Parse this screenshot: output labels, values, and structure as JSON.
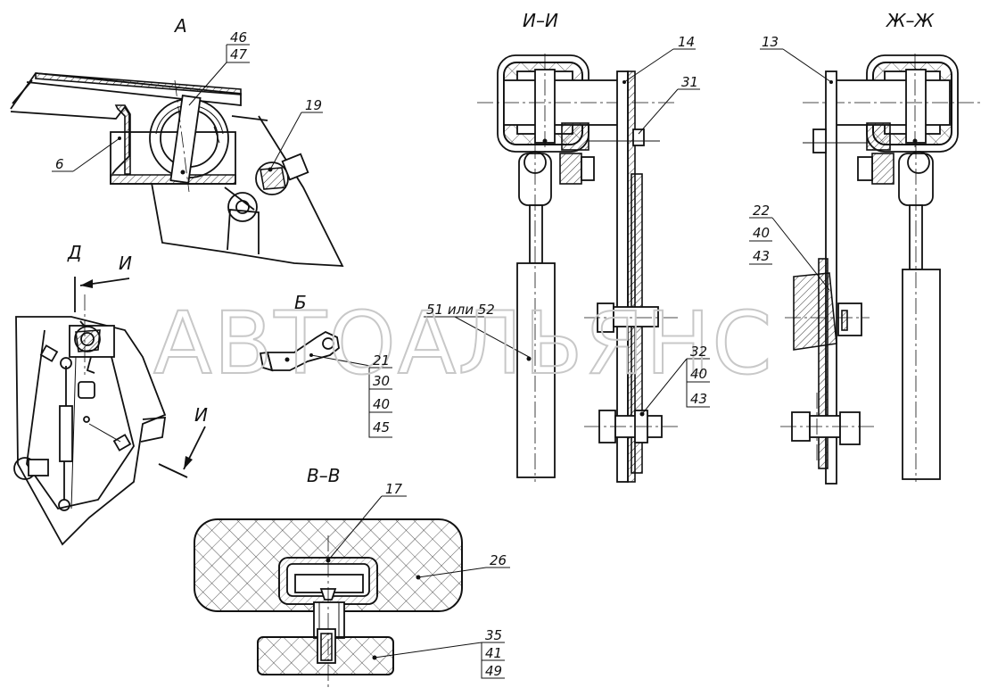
{
  "watermark": "АВТОАЛЬЯНС",
  "views": {
    "view_a": "А",
    "view_b": "Б",
    "view_d": "Д",
    "section_vv": "В–В",
    "section_ii": "И–И",
    "section_zhzh": "Ж–Ж",
    "arrow_i_top": "И",
    "arrow_i_bottom": "И"
  },
  "callouts": {
    "c46": "46",
    "c47": "47",
    "c6": "6",
    "c19": "19",
    "c21": "21",
    "c30": "30",
    "c40a": "40",
    "c45": "45",
    "c51_52": "51 или 52",
    "c14": "14",
    "c31": "31",
    "c32": "32",
    "c40b": "40",
    "c43a": "43",
    "c13": "13",
    "c22": "22",
    "c40c": "40",
    "c43b": "43",
    "c17": "17",
    "c26": "26",
    "c35": "35",
    "c41": "41",
    "c49": "49"
  }
}
